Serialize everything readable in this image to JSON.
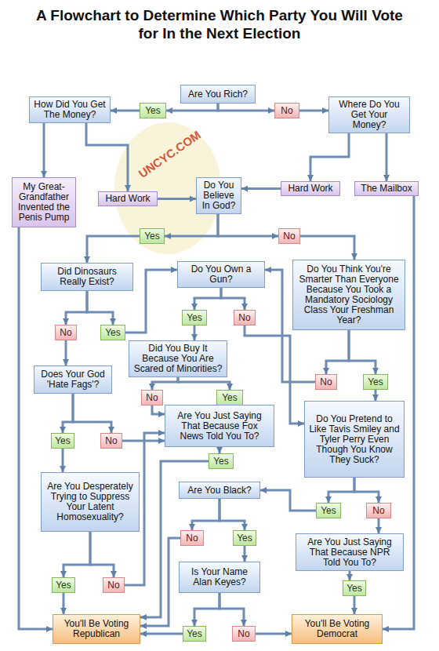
{
  "diagram": {
    "title": "A Flowchart to Determine Which Party You Will Vote for In the Next Election",
    "nodes": [
      {
        "text": [
          "Are You Rich?"
        ]
      },
      {
        "text": [
          "Yes"
        ]
      },
      {
        "text": [
          "No"
        ]
      },
      {
        "text": [
          "How Did You Get The Money?"
        ]
      },
      {
        "text": [
          "Where Do You Get Your Money?"
        ]
      },
      {
        "text": [
          "My Great-Grandfather Invented the Penis Pump"
        ]
      },
      {
        "text": [
          "Hard Work"
        ]
      },
      {
        "text": [
          "Do You Believe In God?"
        ]
      },
      {
        "text": [
          "Hard Work"
        ]
      },
      {
        "text": [
          "The Mailbox"
        ]
      },
      {
        "text": [
          "Yes"
        ]
      },
      {
        "text": [
          "No"
        ]
      },
      {
        "text": [
          "Did Dinosaurs Really Exist?"
        ]
      },
      {
        "text": [
          "Do You Own a Gun?"
        ]
      },
      {
        "text": [
          "Do You Think You're Smarter Than Everyone Because You Took a Mandatory Sociology Class Your Freshman Year?"
        ]
      },
      {
        "text": [
          "No"
        ]
      },
      {
        "text": [
          "Yes"
        ]
      },
      {
        "text": [
          "Yes"
        ]
      },
      {
        "text": [
          "No"
        ]
      },
      {
        "text": [
          "Does Your God 'Hate Fags'?"
        ]
      },
      {
        "text": [
          "Did You Buy It Because You Are Scared of Minorities?"
        ]
      },
      {
        "text": [
          "No"
        ]
      },
      {
        "text": [
          "Yes"
        ]
      },
      {
        "text": [
          "No"
        ]
      },
      {
        "text": [
          "Yes"
        ]
      },
      {
        "text": [
          "Are You Just Saying That Because Fox News Told You To?"
        ]
      },
      {
        "text": [
          "Do You Pretend to Like Tavis Smiley and Tyler Perry Even Though You Know They Suck?"
        ]
      },
      {
        "text": [
          "Yes"
        ]
      },
      {
        "text": [
          "No"
        ]
      },
      {
        "text": [
          "Yes"
        ]
      },
      {
        "text": [
          "Are You Desperately Trying to Suppress Your Latent Homosexuality?"
        ]
      },
      {
        "text": [
          "Are You Black?"
        ]
      },
      {
        "text": [
          "Yes"
        ]
      },
      {
        "text": [
          "No"
        ]
      },
      {
        "text": [
          "No"
        ]
      },
      {
        "text": [
          "Yes"
        ]
      },
      {
        "text": [
          "Are You Just Saying That Because NPR Told You To?"
        ]
      },
      {
        "text": [
          "Is Your Name Alan Keyes?"
        ]
      },
      {
        "text": [
          "Yes"
        ]
      },
      {
        "text": [
          "No"
        ]
      },
      {
        "text": [
          "Yes"
        ]
      },
      {
        "text": [
          "Yes"
        ]
      },
      {
        "text": [
          "No"
        ]
      },
      {
        "text": [
          "You'll Be Voting Republican"
        ]
      },
      {
        "text": [
          "You'll Be Voting Democrat"
        ]
      }
    ],
    "edges": [
      {
        "from": 0,
        "to": 1,
        "arrow": "to"
      },
      {
        "from": 0,
        "to": 2,
        "arrow": "to"
      },
      {
        "from": 1,
        "to": 3,
        "arrow": "to"
      },
      {
        "from": 2,
        "to": 4,
        "arrow": "to"
      },
      {
        "from": 3,
        "to": 5,
        "arrow": "to"
      },
      {
        "from": 3,
        "to": 6,
        "arrow": "to"
      },
      {
        "from": 4,
        "to": 8,
        "arrow": "to"
      },
      {
        "from": 4,
        "to": 9,
        "arrow": "to"
      },
      {
        "from": 5,
        "to": 43,
        "arrow": "to"
      },
      {
        "from": 6,
        "to": 7,
        "arrow": "to"
      },
      {
        "from": 8,
        "to": 7,
        "arrow": "to"
      },
      {
        "from": 9,
        "to": 44,
        "arrow": "to"
      },
      {
        "from": 7,
        "to": 10,
        "arrow": "to"
      },
      {
        "from": 7,
        "to": 11,
        "arrow": "to"
      },
      {
        "from": 10,
        "to": 12,
        "arrow": "to"
      },
      {
        "from": 11,
        "to": 14,
        "arrow": "to"
      },
      {
        "from": 12,
        "to": 15,
        "arrow": "to"
      },
      {
        "from": 12,
        "to": 16,
        "arrow": "to"
      },
      {
        "from": 16,
        "to": 13,
        "arrow": "to"
      },
      {
        "from": 15,
        "to": 19,
        "arrow": "to"
      },
      {
        "from": 14,
        "to": 21,
        "arrow": "to"
      },
      {
        "from": 14,
        "to": 22,
        "arrow": "to"
      },
      {
        "from": 21,
        "to": 13,
        "arrow": "to"
      },
      {
        "from": 22,
        "to": 26,
        "arrow": "to"
      },
      {
        "from": 13,
        "to": 17,
        "arrow": "to"
      },
      {
        "from": 13,
        "to": 18,
        "arrow": "to"
      },
      {
        "from": 17,
        "to": 20,
        "arrow": "to"
      },
      {
        "from": 18,
        "to": 26,
        "arrow": "to"
      },
      {
        "from": 20,
        "to": 23,
        "arrow": "to"
      },
      {
        "from": 20,
        "to": 24,
        "arrow": "to"
      },
      {
        "from": 23,
        "to": 25,
        "arrow": "to"
      },
      {
        "from": 24,
        "to": 25,
        "arrow": "to"
      },
      {
        "from": 19,
        "to": 27,
        "arrow": "to"
      },
      {
        "from": 19,
        "to": 28,
        "arrow": "to"
      },
      {
        "from": 28,
        "to": 25,
        "arrow": "to"
      },
      {
        "from": 27,
        "to": 30,
        "arrow": "to"
      },
      {
        "from": 30,
        "to": 38,
        "arrow": "to"
      },
      {
        "from": 30,
        "to": 39,
        "arrow": "to"
      },
      {
        "from": 39,
        "to": 25,
        "arrow": "to"
      },
      {
        "from": 38,
        "to": 43,
        "arrow": "to"
      },
      {
        "from": 25,
        "to": 29,
        "arrow": "to"
      },
      {
        "from": 29,
        "to": 43,
        "arrow": "to"
      },
      {
        "from": 26,
        "to": 32,
        "arrow": "to"
      },
      {
        "from": 26,
        "to": 33,
        "arrow": "to"
      },
      {
        "from": 32,
        "to": 31,
        "arrow": "to"
      },
      {
        "from": 33,
        "to": 36,
        "arrow": "to"
      },
      {
        "from": 31,
        "to": 34,
        "arrow": "to"
      },
      {
        "from": 31,
        "to": 35,
        "arrow": "to"
      },
      {
        "from": 34,
        "to": 43,
        "arrow": "to"
      },
      {
        "from": 35,
        "to": 37,
        "arrow": "to"
      },
      {
        "from": 37,
        "to": 41,
        "arrow": "to"
      },
      {
        "from": 37,
        "to": 42,
        "arrow": "to"
      },
      {
        "from": 41,
        "to": 43,
        "arrow": "to"
      },
      {
        "from": 42,
        "to": 44,
        "arrow": "to"
      },
      {
        "from": 36,
        "to": 40,
        "arrow": "to"
      },
      {
        "from": 40,
        "to": 44,
        "arrow": "to"
      }
    ],
    "labels": [
      "UNCYC.COM"
    ]
  }
}
